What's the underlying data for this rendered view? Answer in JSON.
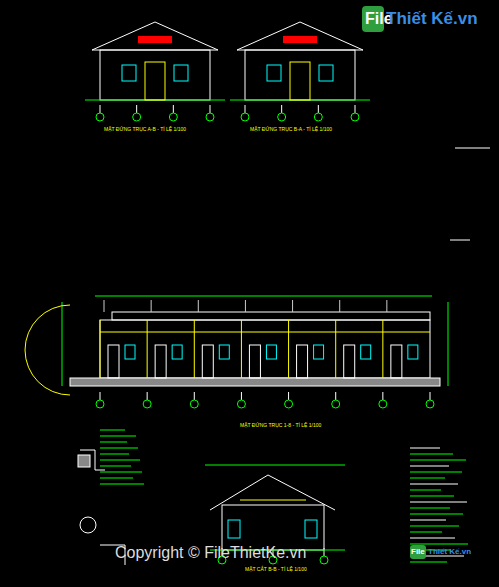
{
  "diagram": {
    "labels": [
      "File",
      "Thiết Kế.vn",
      "MẶT ĐỨNG TRỤC A-B - TỈ LỆ 1/100",
      "MẶT ĐỨNG TRỤC B-A - TỈ LỆ 1/100",
      "MẶT ĐỨNG TRỤC 1-8 - TỈ LỆ 1/100",
      "MẶT CẮT B-B - TỈ LỆ 1/100",
      "File",
      "Thiết Kế.vn",
      "Copyright © FileThietKe.vn"
    ]
  }
}
